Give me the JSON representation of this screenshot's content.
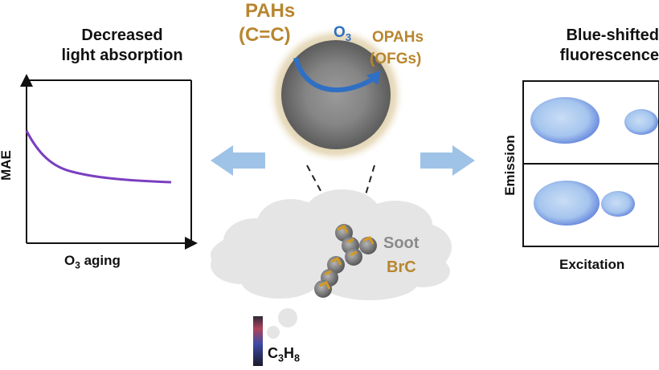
{
  "left_panel": {
    "title_line1": "Decreased",
    "title_line2": "light absorption",
    "y_label": "MAE",
    "x_label_prefix": "O",
    "x_label_sub": "3",
    "x_label_suffix": " aging"
  },
  "right_panel": {
    "title_line1": "Blue-shifted",
    "title_line2": "fluorescence",
    "y_label": "Emission",
    "x_label": "Excitation"
  },
  "center": {
    "pahs_line1": "PAHs",
    "pahs_line2": "(C=C)",
    "ozone_prefix": "O",
    "ozone_sub": "3",
    "opahs_line1": "OPAHs",
    "opahs_line2": "(OFGs)",
    "soot_label": "Soot",
    "brc_label": "BrC",
    "fuel_prefix": "C",
    "fuel_sub1": "3",
    "fuel_mid": "H",
    "fuel_sub2": "8"
  },
  "colors": {
    "curve": "#7a3fc0",
    "arrow_fill": "#9fc3e6",
    "ozone_blue": "#2f6fc4",
    "gold": "#b8862f"
  }
}
